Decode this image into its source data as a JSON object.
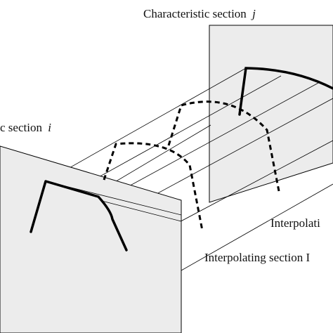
{
  "labels": {
    "section_j": "Characteristic section",
    "section_j_var": "j",
    "section_i": "c section",
    "section_i_var": "i",
    "interp_right": "Interpolati",
    "interp_bottom": "Interpolating section I"
  },
  "colors": {
    "plane_fill": "#ececec",
    "stroke": "#000000",
    "background": "#ffffff"
  }
}
